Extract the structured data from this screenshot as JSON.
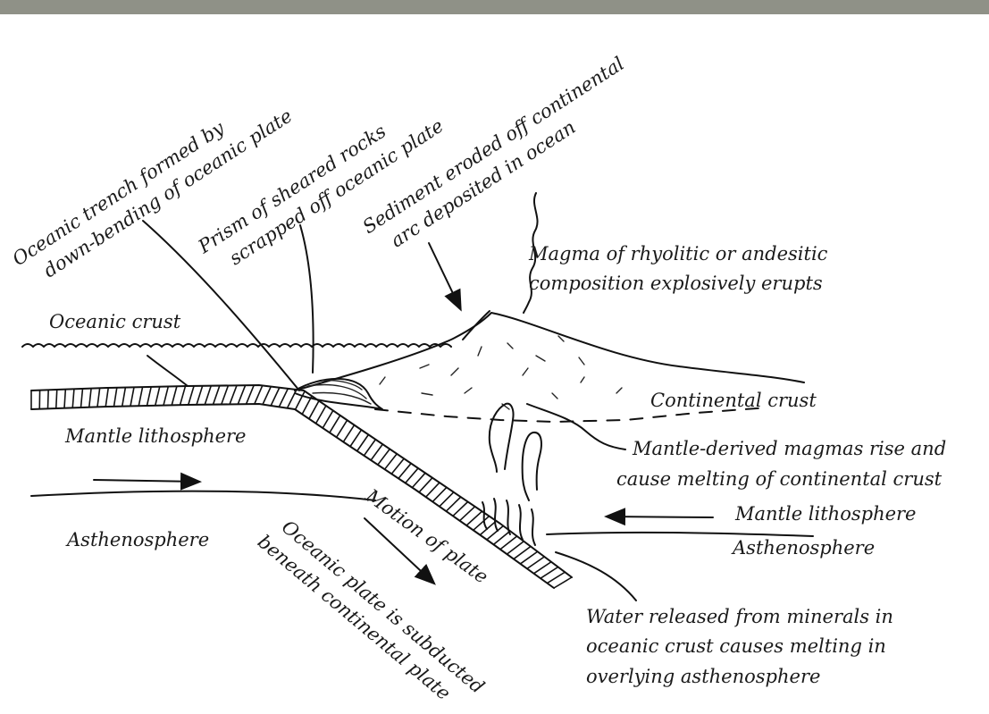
{
  "labels": {
    "oceanic_trench": [
      "Oceanic trench formed by",
      "down-bending of oceanic plate"
    ],
    "prism": [
      "Prism of sheared rocks",
      "scrapped off oceanic plate"
    ],
    "sediment": [
      "Sediment eroded off continental",
      "arc deposited in ocean"
    ],
    "magma": [
      "Magma of rhyolitic or andesitic",
      "composition explosively erupts"
    ],
    "oceanic_crust": "Oceanic crust",
    "continental_crust": "Continental crust",
    "mantle_lithosphere_left": "Mantle lithosphere",
    "mantle_derived": [
      "Mantle-derived magmas rise and",
      "cause melting of continental crust"
    ],
    "mantle_lithosphere_right": "Mantle lithosphere",
    "asthenosphere_right": "Asthenosphere",
    "asthenosphere_left": "Asthenosphere",
    "motion_of_plate": "Motion of plate",
    "subducted": [
      "Oceanic plate is subducted",
      "beneath continental plate"
    ],
    "water_released": [
      "Water released from minerals in",
      "oceanic crust causes melting in",
      "overlying asthenosphere"
    ]
  }
}
